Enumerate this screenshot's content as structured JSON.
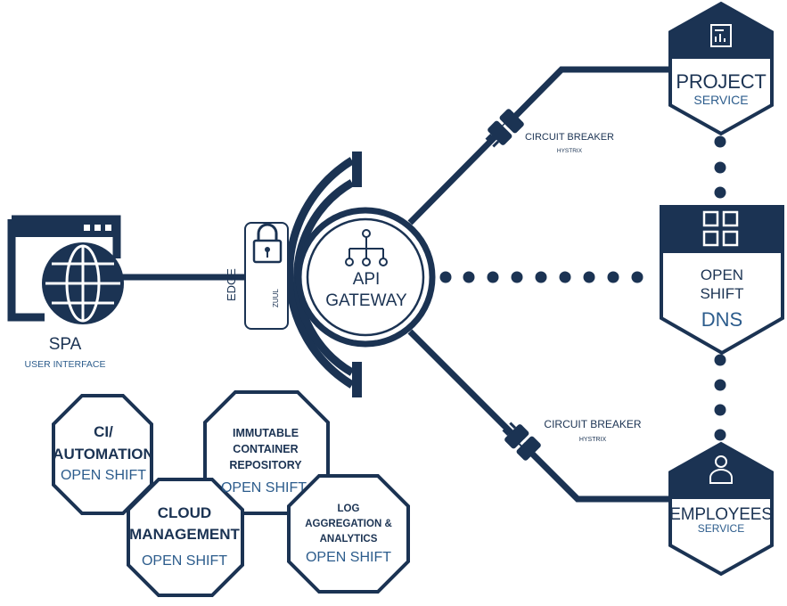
{
  "colors": {
    "navy": "#1b3353",
    "white": "#ffffff"
  },
  "spa": {
    "title": "SPA",
    "subtitle": "USER INTERFACE",
    "icon": "globe-window-icon"
  },
  "edge": {
    "label": "EDGE",
    "sub": "ZUUL",
    "icon": "padlock-icon"
  },
  "gateway": {
    "line1": "API",
    "line2": "GATEWAY",
    "icon": "hierarchy-icon"
  },
  "breaker_top": {
    "label": "CIRCUIT BREAKER",
    "sub": "HYSTRIX",
    "icon": "plug-icon"
  },
  "breaker_bottom": {
    "label": "CIRCUIT BREAKER",
    "sub": "HYSTRIX",
    "icon": "plug-icon"
  },
  "project": {
    "title": "PROJECT",
    "sub": "SERVICE",
    "icon": "report-icon"
  },
  "openshift": {
    "line1": "OPEN",
    "line2": "SHIFT",
    "line3": "DNS",
    "icon": "grid-icon"
  },
  "employees": {
    "title": "EMPLOYEES",
    "sub": "SERVICE",
    "icon": "user-icon"
  },
  "octagons": {
    "ci": {
      "line1": "CI/",
      "line2": "AUTOMATION",
      "platform": "OPEN SHIFT"
    },
    "repo": {
      "line1": "IMMUTABLE",
      "line2": "CONTAINER",
      "line3": "REPOSITORY",
      "platform": "OPEN SHIFT"
    },
    "cloud": {
      "line1": "CLOUD",
      "line2": "MANAGEMENT",
      "platform": "OPEN SHIFT"
    },
    "log": {
      "line1": "LOG",
      "line2": "AGGREGATION &",
      "line3": "ANALYTICS",
      "platform": "OPEN SHIFT"
    }
  }
}
